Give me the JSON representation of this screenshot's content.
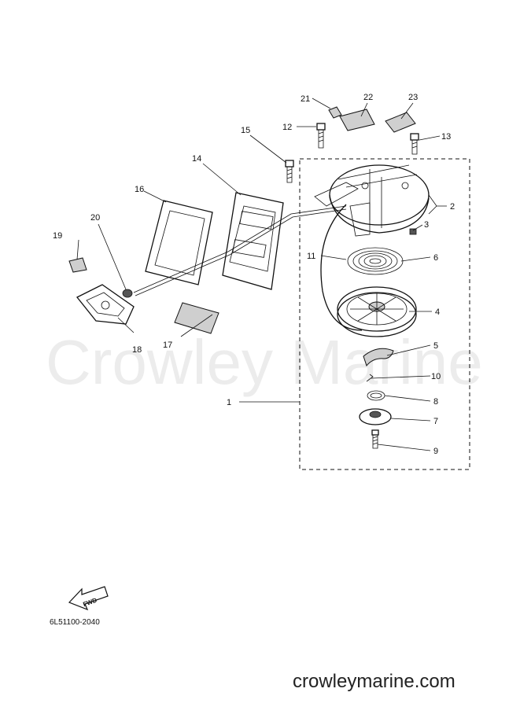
{
  "watermark": "Crowley Marine",
  "doc_code": "6L51100-2040",
  "site_url": "crowleymarine.com",
  "fwd_label": "FWD",
  "callouts": {
    "c1": "1",
    "c2": "2",
    "c3": "3",
    "c4": "4",
    "c5": "5",
    "c6": "6",
    "c7": "7",
    "c8": "8",
    "c9": "9",
    "c10": "10",
    "c11": "11",
    "c12": "12",
    "c13": "13",
    "c14": "14",
    "c15": "15",
    "c16": "16",
    "c17": "17",
    "c18": "18",
    "c19": "19",
    "c20": "20",
    "c21": "21",
    "c22": "22",
    "c23": "23"
  }
}
